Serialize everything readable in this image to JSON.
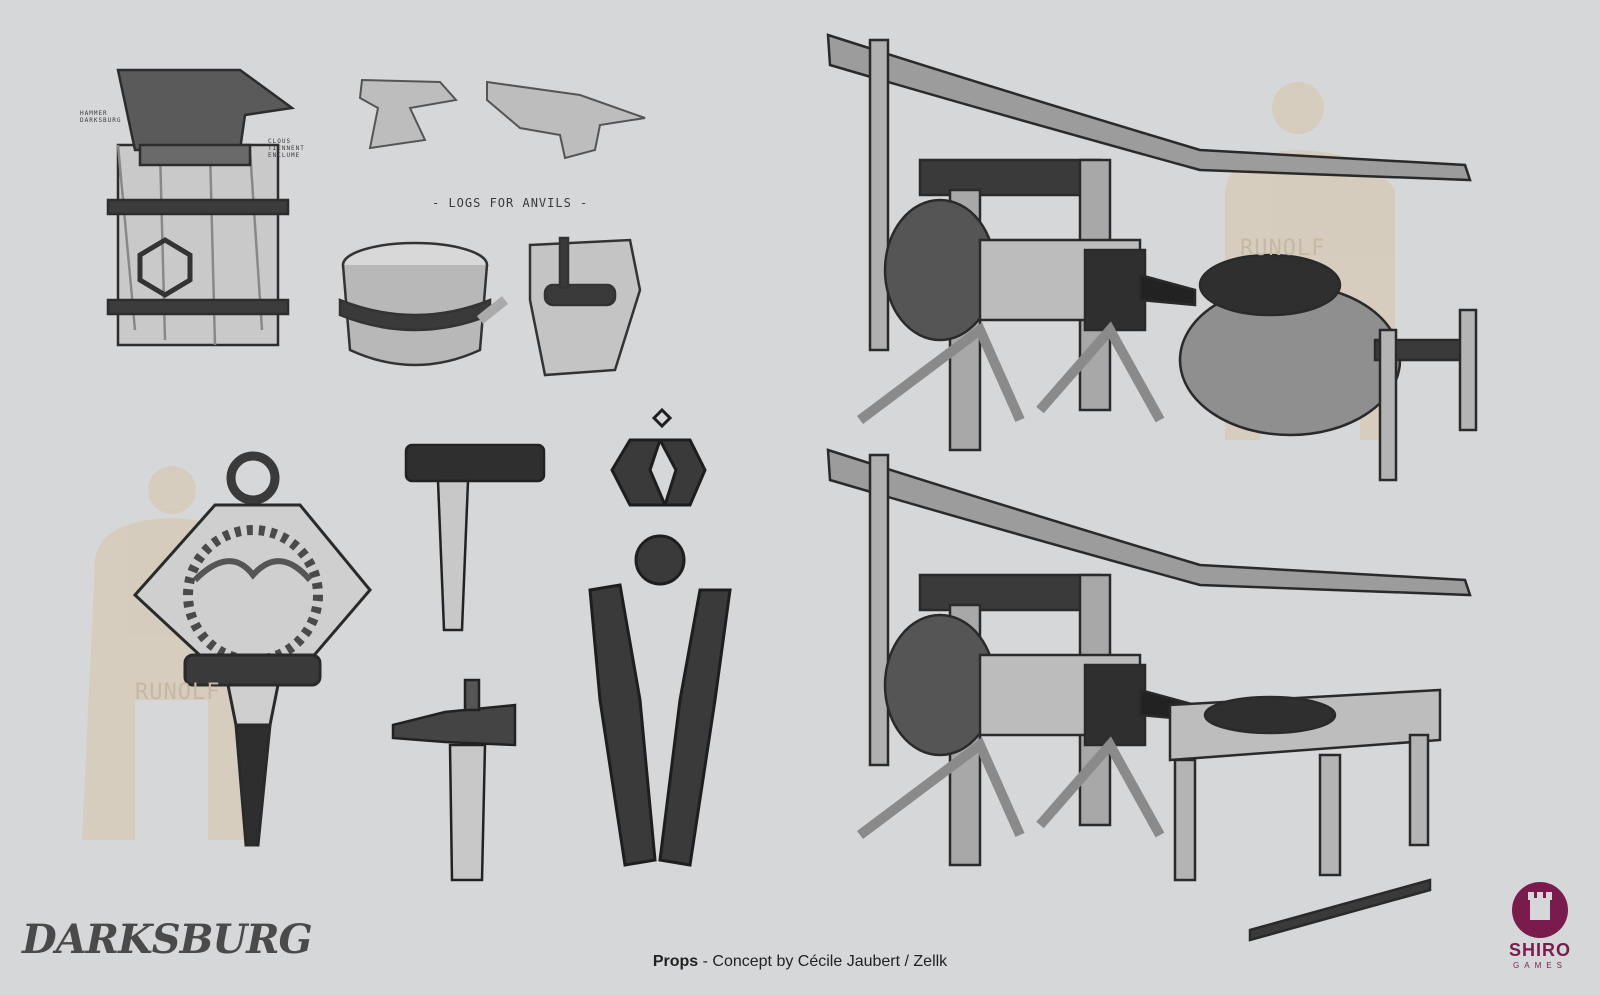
{
  "annotations": {
    "logs_title": "- LOGS FOR ANVILS -",
    "note_left": "HAMMER DARKSBURG",
    "note_right": "CLOUS TIENNENT ENCLUME"
  },
  "caption": {
    "bold": "Props",
    "rest": "- Concept by Cécile Jaubert / Zellk"
  },
  "logos": {
    "game": "DARKSBURG",
    "studio": "SHIRO",
    "studio_sub": "GAMES"
  },
  "watermarks": [
    "RUNOLF",
    "RUNOLF"
  ],
  "colors": {
    "background": "#d6d7d9",
    "shiro_brand": "#7a1b4d",
    "silhouette": "#d9cdb8"
  }
}
